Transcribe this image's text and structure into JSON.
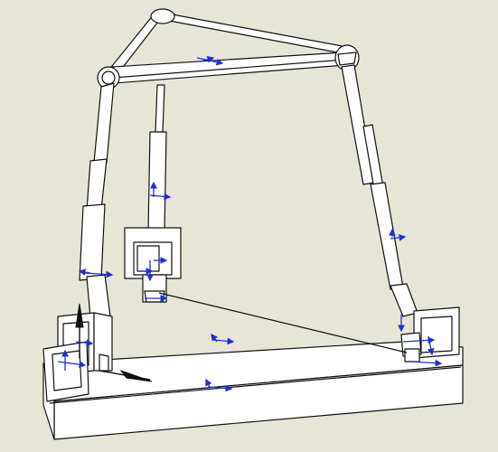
{
  "viewport": {
    "background": "#e6e5d8",
    "line_color": "#111111",
    "fill_color": "#ffffff",
    "marker_color": "#1f2fd6"
  },
  "model": {
    "parts": [
      "base-plate",
      "top-triangle-frame",
      "left-leg",
      "center-leg",
      "right-leg"
    ]
  }
}
